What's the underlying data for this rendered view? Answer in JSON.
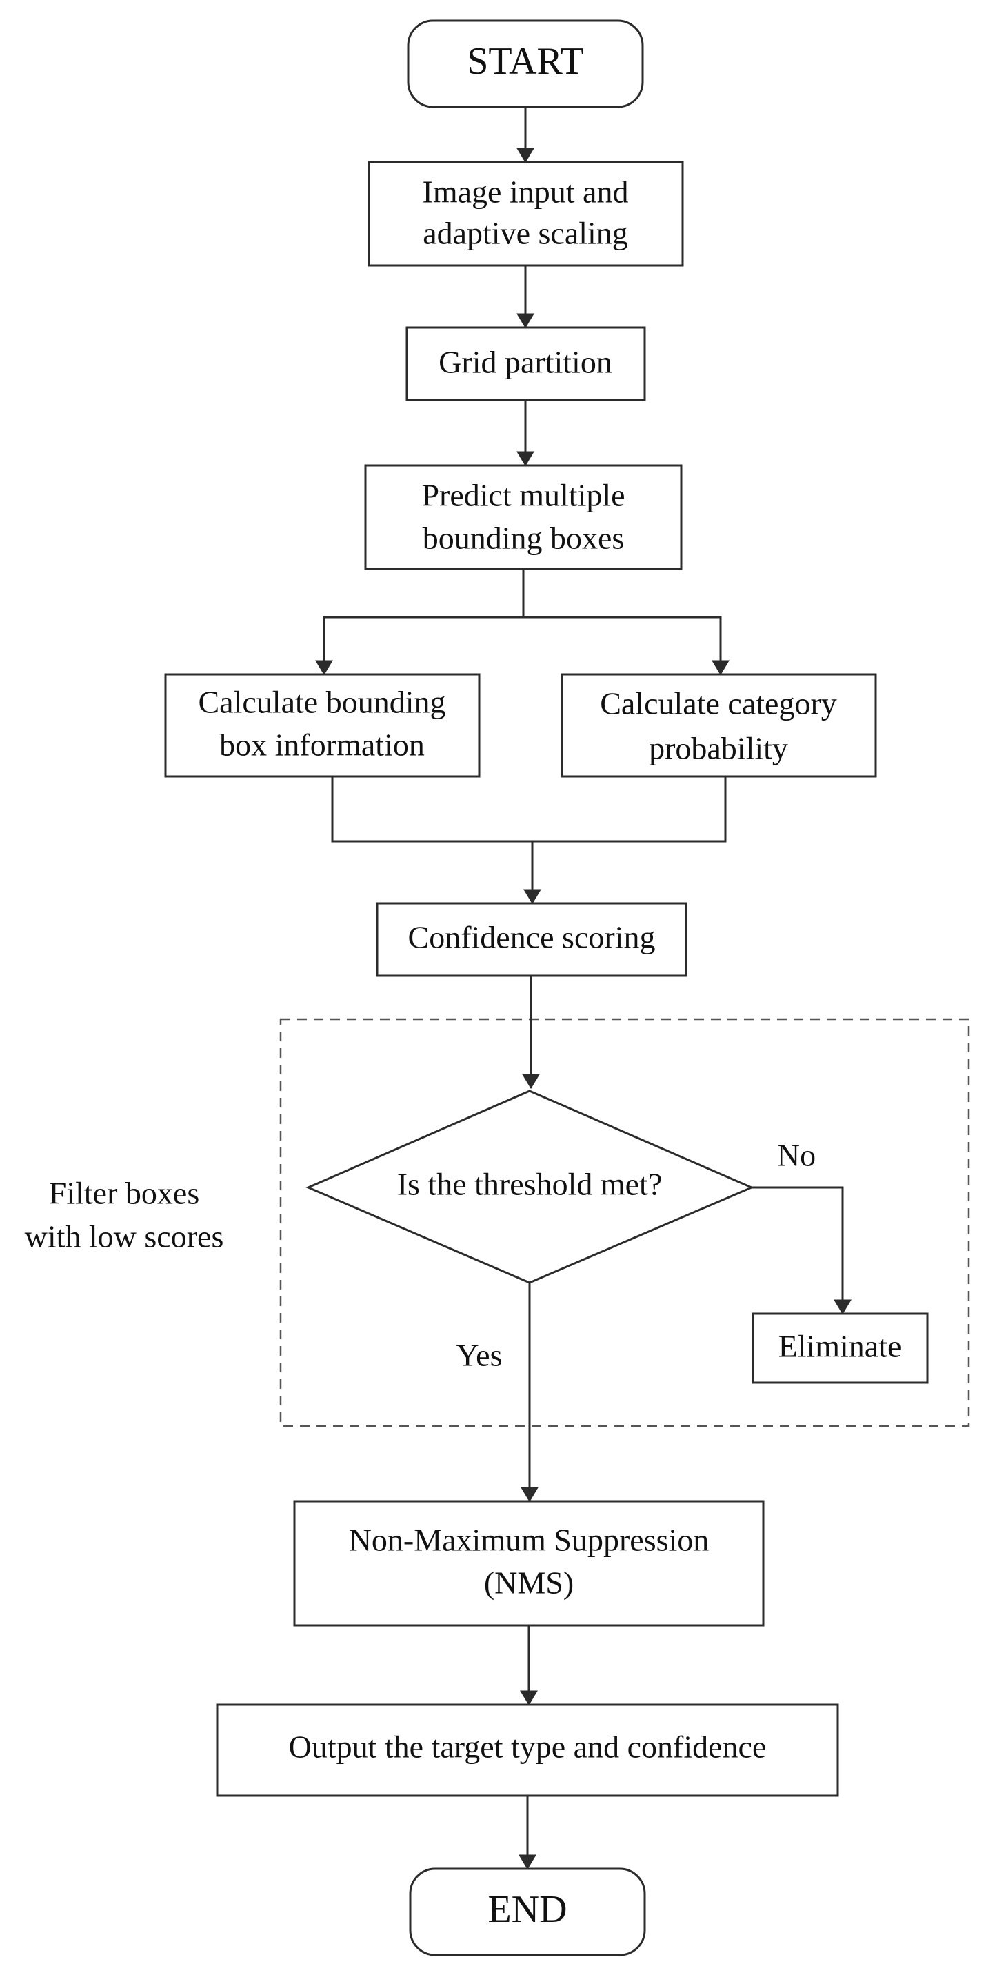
{
  "nodes": {
    "start": "START",
    "image_input": [
      "Image input and",
      "adaptive scaling"
    ],
    "grid_partition": "Grid partition",
    "predict_boxes": [
      "Predict multiple",
      "bounding boxes"
    ],
    "calc_bbox": [
      "Calculate bounding",
      "box information"
    ],
    "calc_category": [
      "Calculate category",
      "probability"
    ],
    "confidence": "Confidence scoring",
    "decision": "Is the threshold met?",
    "eliminate": "Eliminate",
    "nms": [
      "Non-Maximum Suppression",
      "(NMS)"
    ],
    "output": "Output the target type and confidence",
    "end": "END"
  },
  "edge_labels": {
    "yes": "Yes",
    "no": "No"
  },
  "group_label": [
    "Filter boxes",
    "with low scores"
  ]
}
